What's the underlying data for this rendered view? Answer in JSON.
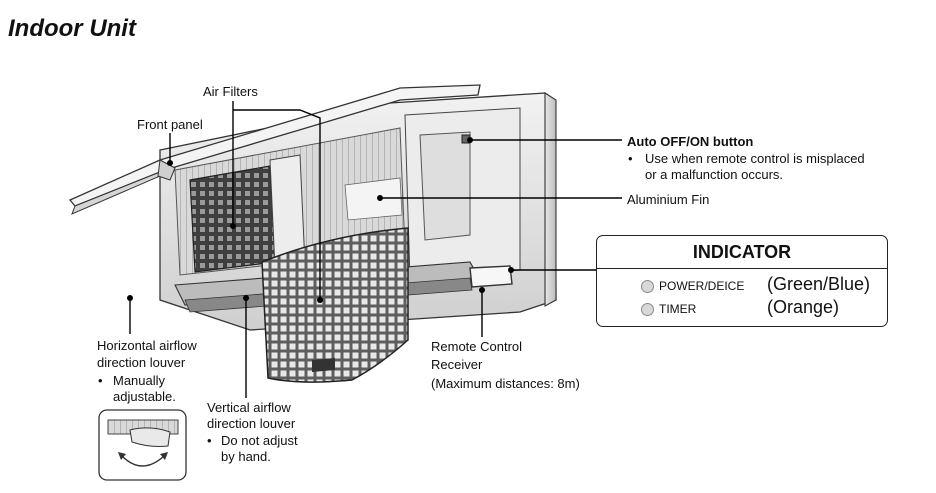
{
  "title": "Indoor Unit",
  "labels": {
    "front_panel": "Front panel",
    "air_filters": "Air Filters",
    "auto_button_title": "Auto OFF/ON button",
    "auto_button_note_line1": "Use when remote control is misplaced",
    "auto_button_note_line2": "or a malfunction occurs.",
    "aluminium_fin": "Aluminium Fin",
    "horizontal_louver_line1": "Horizontal airflow",
    "horizontal_louver_line2": "direction louver",
    "horizontal_louver_note_line1": "Manually",
    "horizontal_louver_note_line2": "adjustable.",
    "vertical_louver_line1": "Vertical airflow",
    "vertical_louver_line2": "direction louver",
    "vertical_louver_note_line1": "Do not adjust",
    "vertical_louver_note_line2": "by hand.",
    "remote_receiver_line1": "Remote Control",
    "remote_receiver_line2": "Receiver",
    "remote_receiver_line3": "(Maximum distances: 8m)",
    "bullet": "•"
  },
  "indicator": {
    "title": "INDICATOR",
    "rows": [
      {
        "label": "POWER/DEICE",
        "color_text": "(Green/Blue)"
      },
      {
        "label": "TIMER",
        "color_text": "(Orange)"
      }
    ]
  }
}
